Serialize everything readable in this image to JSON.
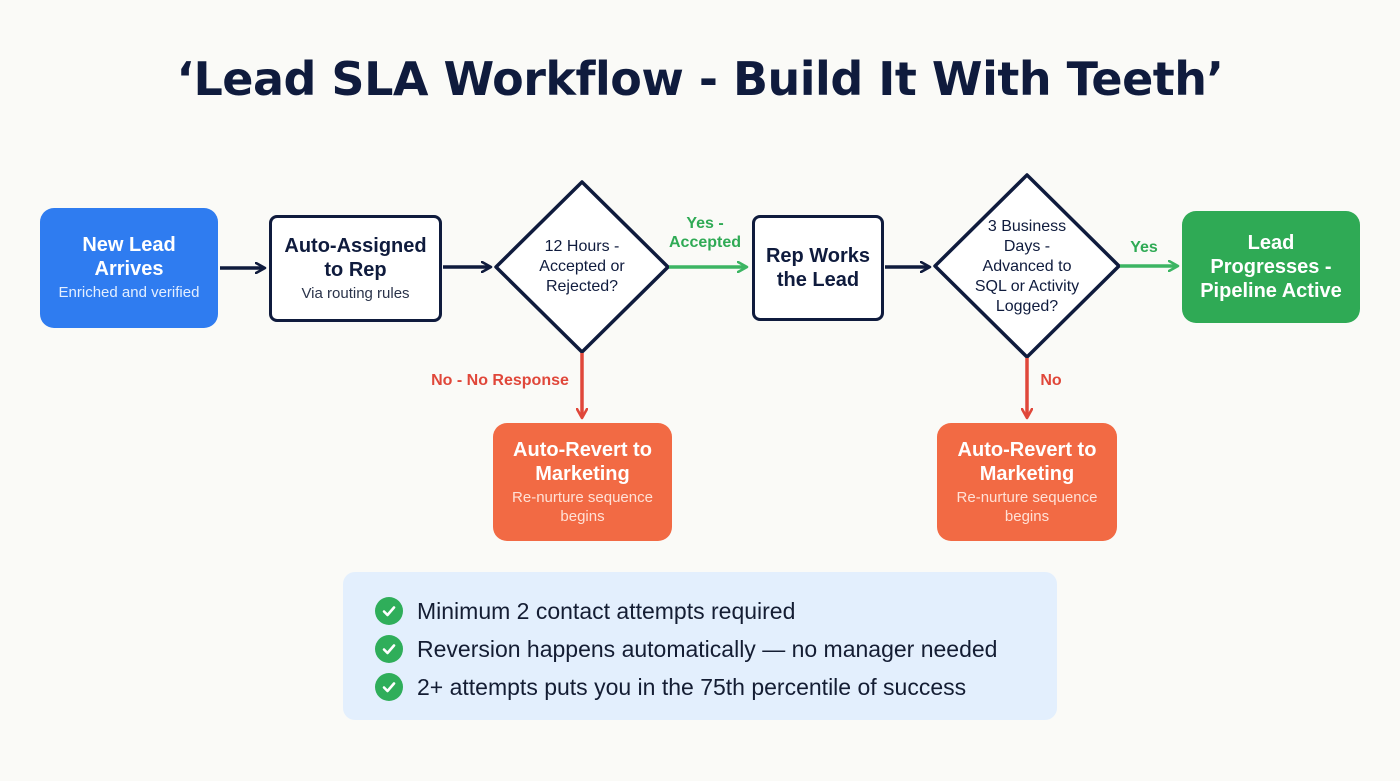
{
  "title": "‘Lead SLA Workflow - Build It With Teeth’",
  "nodes": {
    "new_lead": {
      "title_lines": [
        "New Lead",
        "Arrives"
      ],
      "subtitle": "Enriched and verified"
    },
    "auto_assigned": {
      "title_lines": [
        "Auto-Assigned",
        "to Rep"
      ],
      "subtitle": "Via routing rules"
    },
    "decision_12h": {
      "lines": [
        "12 Hours -",
        "Accepted or",
        "Rejected?"
      ]
    },
    "rep_works": {
      "title_lines": [
        "Rep Works",
        "the Lead"
      ]
    },
    "decision_3d": {
      "lines": [
        "3 Business",
        "Days -",
        "Advanced to",
        "SQL or Activity",
        "Logged?"
      ]
    },
    "lead_progresses": {
      "title_lines": [
        "Lead",
        "Progresses -",
        "Pipeline Active"
      ]
    },
    "revert_1": {
      "title_lines": [
        "Auto-Revert to",
        "Marketing"
      ],
      "subtitle_lines": [
        "Re-nurture sequence",
        "begins"
      ]
    },
    "revert_2": {
      "title_lines": [
        "Auto-Revert to",
        "Marketing"
      ],
      "subtitle_lines": [
        "Re-nurture sequence",
        "begins"
      ]
    }
  },
  "edge_labels": {
    "yes_accepted": [
      "Yes -",
      "Accepted"
    ],
    "no_response": "No - No Response",
    "yes": "Yes",
    "no": "No"
  },
  "colors": {
    "title": "#0f1b3d",
    "start": "#2f7cf0",
    "revert": "#f26a44",
    "success": "#2faa55",
    "yes_arrow": "#3cb563",
    "no_arrow": "#e0473a",
    "panel": "#e3effd"
  },
  "checklist": [
    "Minimum 2 contact attempts required",
    "Reversion happens automatically — no manager needed",
    "2+ attempts puts you in the 75th percentile of success"
  ]
}
